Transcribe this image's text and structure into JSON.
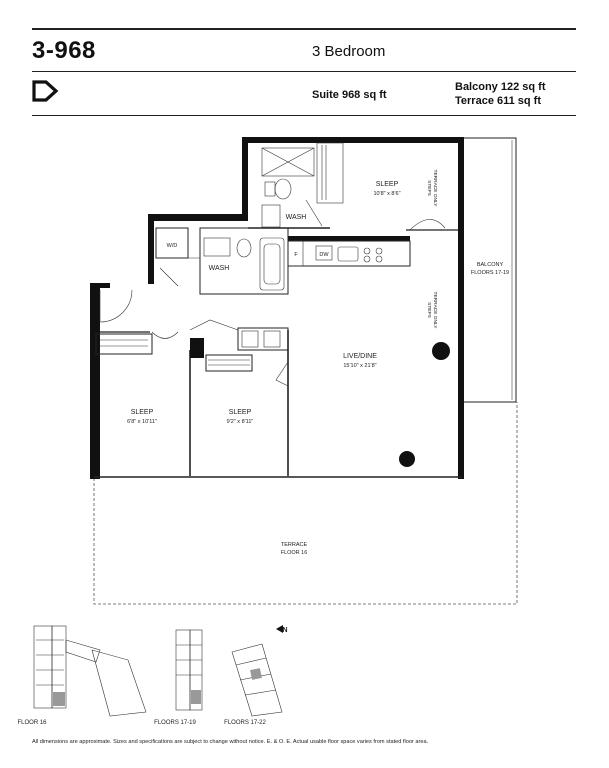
{
  "header": {
    "suite_code": "3-968",
    "unit_type": "3 Bedroom",
    "suite_area": "Suite 968 sq ft",
    "balcony_area": "Balcony 122 sq ft",
    "terrace_area": "Terrace 611 sq ft"
  },
  "plan": {
    "rooms": {
      "master_sleep": {
        "name": "SLEEP",
        "dim": "10'8\" x 8'6\""
      },
      "sleep_2": {
        "name": "SLEEP",
        "dim": "6'8\" x 10'11\""
      },
      "sleep_3": {
        "name": "SLEEP",
        "dim": "9'2\" x 8'11\""
      },
      "live_dine": {
        "name": "LIVE/DINE",
        "dim": "15'10\" x 21'8\""
      },
      "wash_1": "WASH",
      "wash_2": "WASH",
      "wd": "W/D",
      "fridge": "F",
      "dishwasher": "DW",
      "balcony": {
        "name": "BALCONY",
        "floors": "FLOORS 17-19"
      },
      "terrace": {
        "name": "TERRACE",
        "floors": "FLOOR 16"
      },
      "terrace_only_1": "TERRACE ONLY",
      "terrace_only_1_b": "STEPS",
      "terrace_only_2": "TERRACE ONLY",
      "terrace_only_2_b": "STEPS"
    }
  },
  "keyplans": {
    "compass": "N",
    "floor_16": "FLOOR 16",
    "floors_17_19": "FLOORS 17-19",
    "floors_17_22": "FLOORS 17-22"
  },
  "footer": {
    "disclaimer": "All dimensions are approximate. Sizes and specifications are subject to change without notice. E. & O. E. Actual usable floor space varies from stated floor area."
  }
}
